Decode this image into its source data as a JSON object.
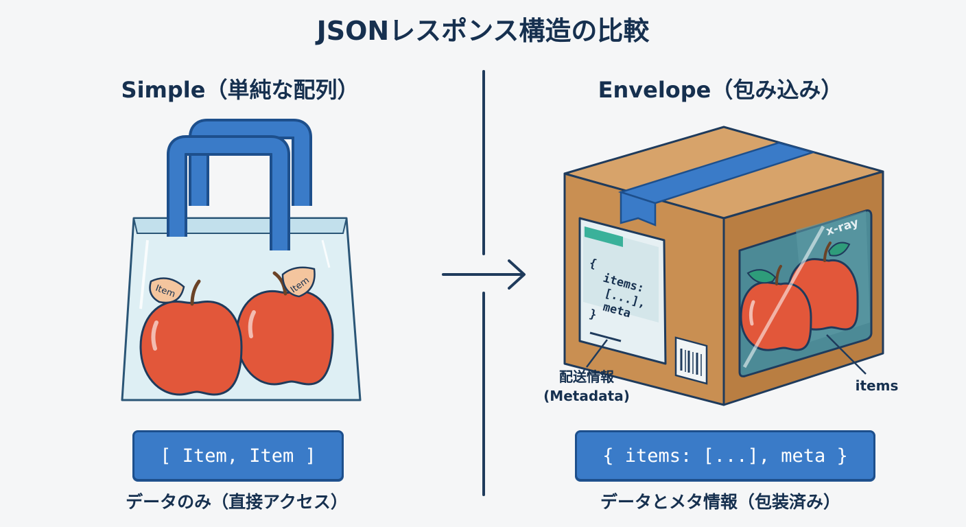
{
  "title": "JSONレスポンス構造の比較",
  "left": {
    "heading": "Simple（単純な配列）",
    "tag1": "Item",
    "tag2": "Item",
    "code": "[ Item, Item ]",
    "caption": "データのみ（直接アクセス）"
  },
  "right": {
    "heading": "Envelope（包み込み）",
    "label_code": [
      "{",
      "items:",
      "[...],",
      "meta",
      "}"
    ],
    "xray": "x-ray",
    "meta_label_1": "配送情報",
    "meta_label_2": "(Metadata)",
    "items_label": "items",
    "code": "{ items: [...], meta }",
    "caption": "データとメタ情報（包装済み）"
  },
  "colors": {
    "navy": "#16304f",
    "blue": "#3a7bc8",
    "cardboard": "#c98f52",
    "apple": "#e2573a",
    "leaf": "#2e9c7a"
  }
}
